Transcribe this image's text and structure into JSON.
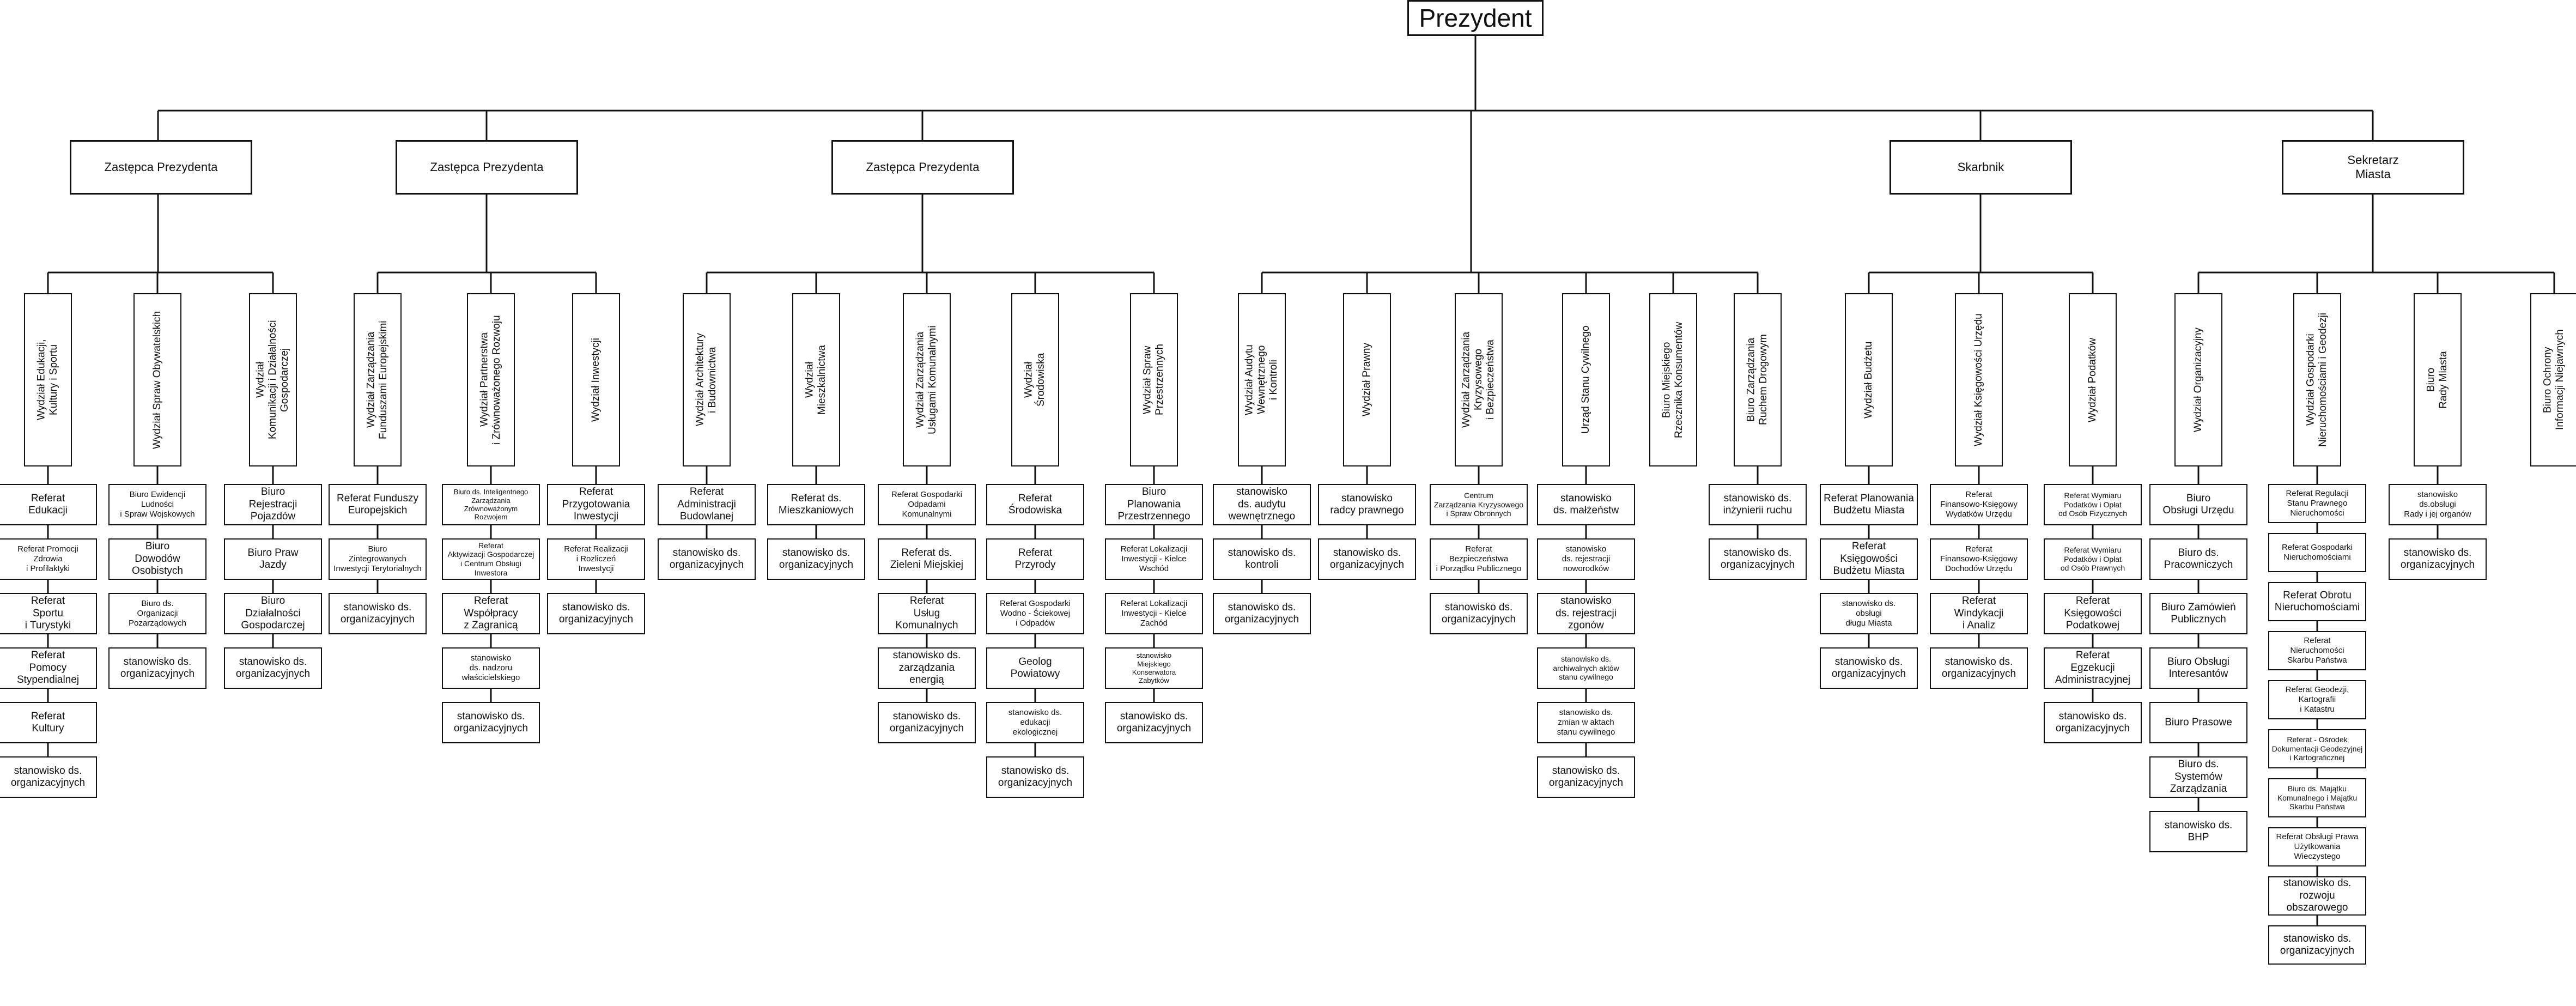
{
  "president": "Prezydent",
  "branches": [
    {
      "title": "Zastępca Prezydenta",
      "depts": [
        {
          "name": "Wydział Edukacji,\nKultury i Sportu",
          "units": [
            "Referat\nEdukacji",
            "Referat Promocji\nZdrowia\ni Profilaktyki",
            "Referat\nSportu\ni Turystyki",
            "Referat\nPomocy\nStypendialnej",
            "Referat\nKultury",
            "stanowisko ds.\norganizacyjnych"
          ]
        },
        {
          "name": "Wydział Spraw Obywatelskich",
          "units": [
            "Biuro Ewidencji\nLudności\ni Spraw Wojskowych",
            "Biuro\nDowodów\nOsobistych",
            "Biuro ds.\nOrganizacji\nPozarządowych",
            "stanowisko ds.\norganizacyjnych"
          ]
        },
        {
          "name": "Wydział\nKomunikacji i Działalności\nGospodarczej",
          "units": [
            "Biuro\nRejestracji\nPojazdów",
            "Biuro Praw\nJazdy",
            "Biuro\nDziałalności\nGospodarczej",
            "stanowisko ds.\norganizacyjnych"
          ]
        }
      ]
    },
    {
      "title": "Zastępca Prezydenta",
      "depts": [
        {
          "name": "Wydział Zarządzania\nFunduszami Europejskimi",
          "units": [
            "Referat Funduszy\nEuropejskich",
            "Biuro\nZintegrowanych\nInwestycji Terytorialnych",
            "stanowisko ds.\norganizacyjnych"
          ]
        },
        {
          "name": "Wydział Partnerstwa\ni Zrównoważonego Rozwoju",
          "units": [
            "Biuro ds. Inteligentnego\nZarządzania\nZrównoważonym\nRozwojem",
            "Referat\nAktywizacji Gospodarczej\ni Centrum Obsługi Inwestora",
            "Referat\nWspółpracy\nz Zagranicą",
            "stanowisko\nds. nadzoru\nwłaścicielskiego",
            "stanowisko ds.\norganizacyjnych"
          ]
        },
        {
          "name": "Wydział Inwestycji",
          "units": [
            "Referat\nPrzygotowania\nInwestycji",
            "Referat Realizacji\ni Rozliczeń\nInwestycji",
            "stanowisko ds.\norganizacyjnych"
          ]
        }
      ]
    },
    {
      "title": "Zastępca Prezydenta",
      "depts": [
        {
          "name": "Wydział Architektury\ni Budownictwa",
          "units": [
            "Referat\nAdministracji\nBudowlanej",
            "stanowisko ds.\norganizacyjnych"
          ]
        },
        {
          "name": "Wydział\nMieszkalnictwa",
          "units": [
            "Referat ds.\nMieszkaniowych",
            "stanowisko ds.\norganizacyjnych"
          ]
        },
        {
          "name": "Wydział Zarządzania\nUsługami Komunalnymi",
          "units": [
            "Referat Gospodarki\nOdpadami\nKomunalnymi",
            "Referat ds.\nZieleni Miejskiej",
            "Referat\nUsług\nKomunalnych",
            "stanowisko ds.\nzarządzania\nenergią",
            "stanowisko ds.\norganizacyjnych"
          ]
        },
        {
          "name": "Wydział\nŚrodowiska",
          "units": [
            "Referat\nŚrodowiska",
            "Referat\nPrzyrody",
            "Referat Gospodarki\nWodno - Ściekowej\ni Odpadów",
            "Geolog\nPowiatowy",
            "stanowisko ds.\nedukacji\nekologicznej",
            "stanowisko ds.\norganizacyjnych"
          ]
        },
        {
          "name": "Wydział Spraw\nPrzestrzennych",
          "units": [
            "Biuro\nPlanowania\nPrzestrzennego",
            "Referat Lokalizacji\nInwestycji - Kielce\nWschód",
            "Referat Lokalizacji\nInwestycji - Kielce\nZachód",
            "stanowisko\nMiejskiego\nKonserwatora\nZabytków",
            "stanowisko ds.\norganizacyjnych"
          ]
        }
      ]
    },
    {
      "title": "",
      "depts": [
        {
          "name": "Wydział Audytu\nWewnętrznego\ni Kontroli",
          "units": [
            "stanowisko\nds. audytu\nwewnętrznego",
            "stanowisko ds.\nkontroli",
            "stanowisko ds.\norganizacyjnych"
          ]
        },
        {
          "name": "Wydział Prawny",
          "units": [
            "stanowisko\nradcy prawnego",
            "stanowisko ds.\norganizacyjnych"
          ]
        },
        {
          "name": "Wydział Zarządzania\nKryzysowego\ni Bezpieczeństwa",
          "units": [
            "Centrum\nZarządzania Kryzysowego\ni Spraw Obronnych",
            "Referat\nBezpieczeństwa\ni Porządku Publicznego",
            "stanowisko ds.\norganizacyjnych"
          ]
        },
        {
          "name": "Urząd Stanu Cywilnego",
          "units": [
            "stanowisko\nds. małżeństw",
            "stanowisko\nds. rejestracji\nnoworodków",
            "stanowisko\nds. rejestracji zgonów",
            "stanowisko ds.\narchiwalnych aktów\nstanu cywilnego",
            "stanowisko ds.\nzmian w aktach\nstanu cywilnego",
            "stanowisko ds.\norganizacyjnych"
          ]
        },
        {
          "name": "Biuro Miejskiego\nRzecznika Konsumentów",
          "units": []
        },
        {
          "name": "Biuro Zarządzania\nRuchem Drogowym",
          "units": [
            "stanowisko ds.\ninżynierii ruchu",
            "stanowisko ds.\norganizacyjnych"
          ]
        }
      ]
    },
    {
      "title": "Skarbnik",
      "depts": [
        {
          "name": "Wydział Budżetu",
          "units": [
            "Referat Planowania\nBudżetu Miasta",
            "Referat Księgowości\nBudżetu Miasta",
            "stanowisko ds.\nobsługi\ndługu Miasta",
            "stanowisko ds.\norganizacyjnych"
          ]
        },
        {
          "name": "Wydział Księgowości Urzędu",
          "units": [
            "Referat\nFinansowo-Księgowy\nWydatków Urzędu",
            "Referat\nFinansowo-Księgowy\nDochodów Urzędu",
            "Referat\nWindykacji\ni Analiz",
            "stanowisko ds.\norganizacyjnych"
          ]
        },
        {
          "name": "Wydział Podatków",
          "units": [
            "Referat Wymiaru\nPodatków i Opłat\nod Osób Fizycznych",
            "Referat Wymiaru\nPodatków i Opłat\nod Osób Prawnych",
            "Referat\nKsięgowości\nPodatkowej",
            "Referat\nEgzekucji\nAdministracyjnej",
            "stanowisko ds.\norganizacyjnych"
          ]
        }
      ]
    },
    {
      "title": "Sekretarz\nMiasta",
      "depts": [
        {
          "name": "Wydział Organizacyjny",
          "units": [
            "Biuro\nObsługi Urzędu",
            "Biuro ds.\nPracowniczych",
            "Biuro Zamówień\nPublicznych",
            "Biuro Obsługi\nInteresantów",
            "Biuro Prasowe",
            "Biuro ds.\nSystemów Zarządzania",
            "stanowisko ds.\nBHP"
          ]
        },
        {
          "name": "Wydział Gospodarki\nNieruchomościami i Geodezji",
          "units": [
            "Referat Regulacji\nStanu Prawnego\nNieruchomości",
            "Referat Gospodarki\nNieruchomościami",
            "Referat Obrotu\nNieruchomościami",
            "Referat\nNieruchomości\nSkarbu Państwa",
            "Referat Geodezji,\nKartografii\ni Katastru",
            "Referat - Ośrodek\nDokumentacji Geodezyjnej\ni Kartograficznej",
            "Biuro ds. Majątku\nKomunalnego i Majątku\nSkarbu Państwa",
            "Referat Obsługi Prawa\nUżytkowania\nWieczystego",
            "stanowisko ds.\nrozwoju\nobszarowego",
            "stanowisko ds.\norganizacyjnych"
          ]
        },
        {
          "name": "Biuro\nRady Miasta",
          "units": [
            "stanowisko\nds.obsługi\nRady i jej organów",
            "stanowisko ds.\norganizacyjnych"
          ]
        },
        {
          "name": "Biuro Ochrony\nInformacji Niejawnych",
          "units": []
        }
      ]
    }
  ]
}
